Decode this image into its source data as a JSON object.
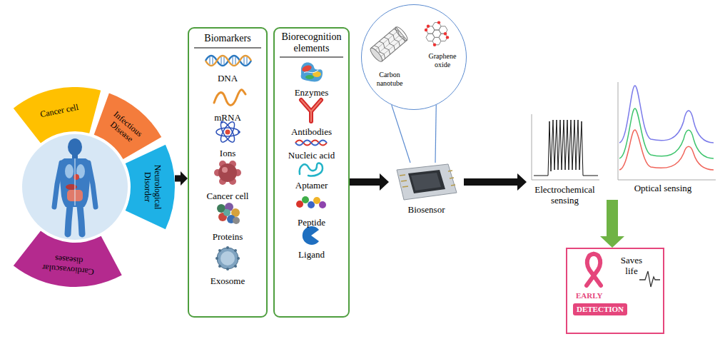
{
  "diagram": {
    "nodes": [
      {
        "text": [
          "Cancer cell"
        ]
      },
      {
        "text": [
          "Infectious Disease"
        ]
      },
      {
        "text": [
          "Neurological Disorder"
        ]
      },
      {
        "text": [
          "Cardiovascular diseases"
        ]
      },
      {
        "text": [
          "Biomarkers",
          "DNA",
          "mRNA",
          "Ions",
          "Cancer cell",
          "Proteins",
          "Exosome"
        ]
      },
      {
        "text": [
          "Biorecognition elements",
          "Enzymes",
          "Antibodies",
          "Nucleic acid",
          "Aptamer",
          "Peptide",
          "Ligand"
        ]
      },
      {
        "text": [
          "Carbon nanotube",
          "Graphene oxide"
        ]
      },
      {
        "text": [
          "Biosensor"
        ]
      },
      {
        "text": [
          "Electrochemical sensing"
        ]
      },
      {
        "text": [
          "Optical sensing"
        ]
      },
      {
        "text": [
          "Saves life",
          "EARLY",
          "DETECTION"
        ]
      }
    ],
    "edges": [
      {
        "from": 2,
        "to": 4,
        "arrow": "to"
      },
      {
        "from": 5,
        "to": 7,
        "arrow": "to"
      },
      {
        "from": 6,
        "to": 7,
        "arrow": "none"
      },
      {
        "from": 6,
        "to": 7,
        "arrow": "none"
      },
      {
        "from": 7,
        "to": 8,
        "arrow": "to"
      },
      {
        "from": 9,
        "to": 10,
        "arrow": "to"
      }
    ]
  }
}
